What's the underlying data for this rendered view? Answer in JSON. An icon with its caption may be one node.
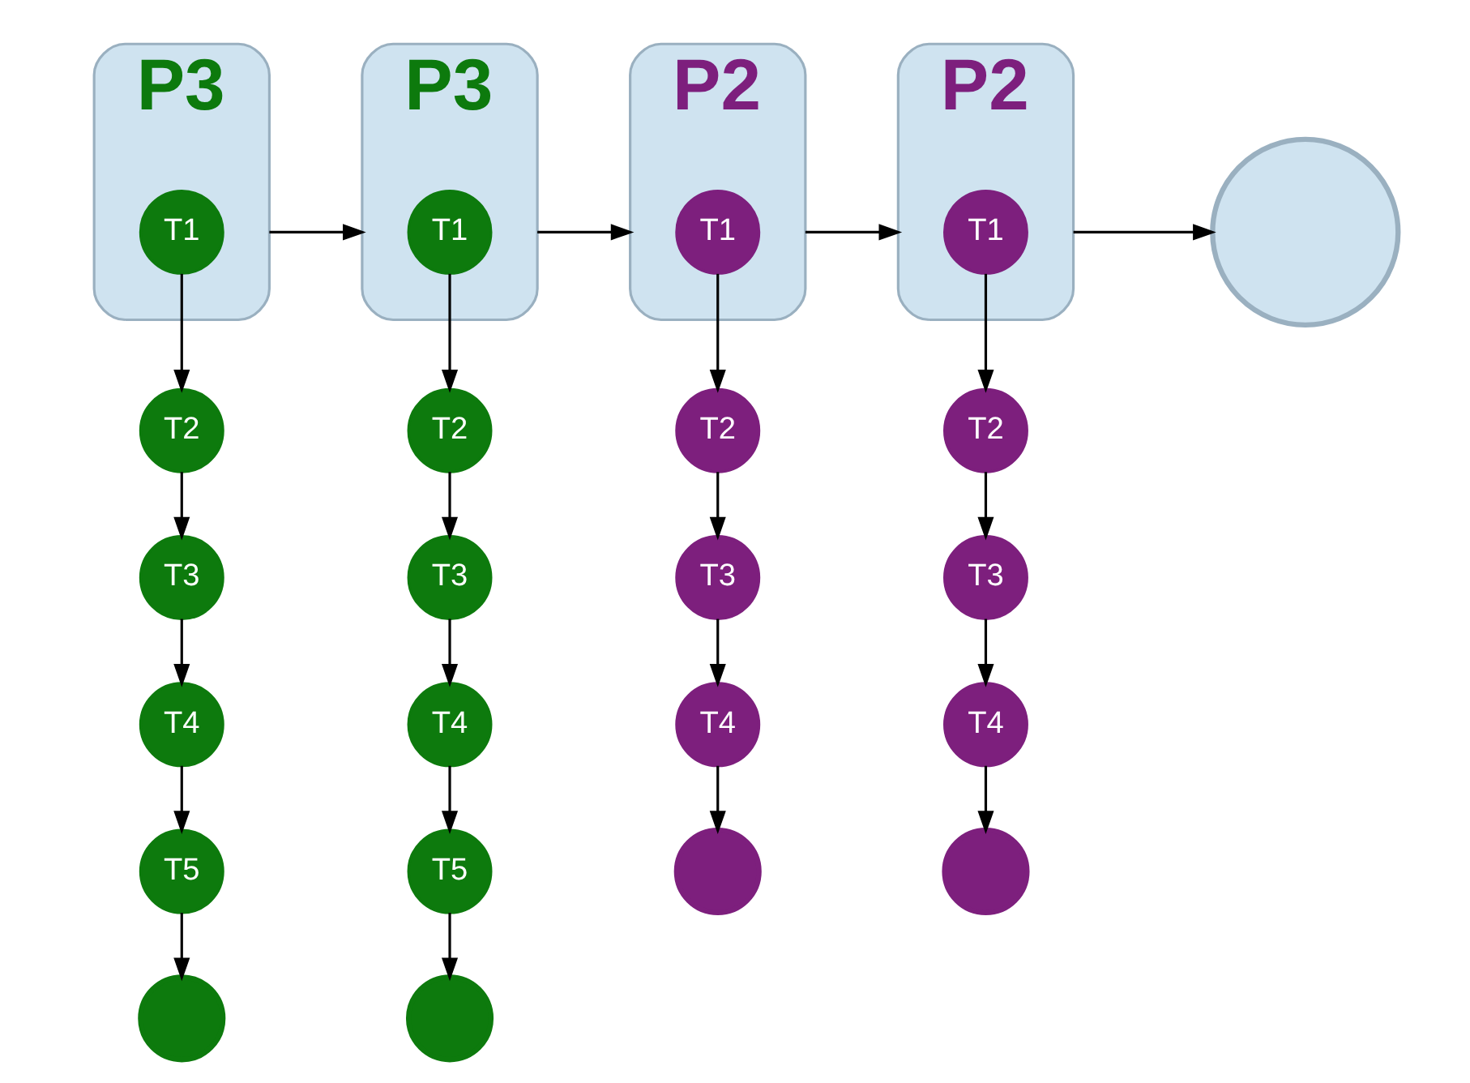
{
  "diagram": {
    "nodes": [
      {
        "text": [
          "P3"
        ]
      },
      {
        "text": [
          "T1"
        ],
        "in": 0
      },
      {
        "text": [
          "P3"
        ]
      },
      {
        "text": [
          "T1"
        ],
        "in": 2
      },
      {
        "text": [
          "P2"
        ]
      },
      {
        "text": [
          "T1"
        ],
        "in": 4
      },
      {
        "text": [
          "P2"
        ]
      },
      {
        "text": [
          "T1"
        ],
        "in": 6
      },
      {
        "text": [],
        "shape": "circle"
      },
      {
        "text": [
          "T2"
        ]
      },
      {
        "text": [
          "T3"
        ]
      },
      {
        "text": [
          "T4"
        ]
      },
      {
        "text": [
          "T5"
        ]
      },
      {
        "text": [],
        "shape": "circle"
      },
      {
        "text": [
          "T2"
        ]
      },
      {
        "text": [
          "T3"
        ]
      },
      {
        "text": [
          "T4"
        ]
      },
      {
        "text": [
          "T5"
        ]
      },
      {
        "text": [],
        "shape": "circle"
      },
      {
        "text": [
          "T2"
        ]
      },
      {
        "text": [
          "T3"
        ]
      },
      {
        "text": [
          "T4"
        ]
      },
      {
        "text": [],
        "shape": "circle"
      },
      {
        "text": [
          "T2"
        ]
      },
      {
        "text": [
          "T3"
        ]
      },
      {
        "text": [
          "T4"
        ]
      },
      {
        "text": [],
        "shape": "circle"
      }
    ],
    "edges": [
      {
        "from": 0,
        "to": 2,
        "arrow": "to"
      },
      {
        "from": 2,
        "to": 4,
        "arrow": "to"
      },
      {
        "from": 4,
        "to": 6,
        "arrow": "to"
      },
      {
        "from": 6,
        "to": 8,
        "arrow": "to"
      },
      {
        "from": 1,
        "to": 9,
        "arrow": "to"
      },
      {
        "from": 9,
        "to": 10,
        "arrow": "to"
      },
      {
        "from": 10,
        "to": 11,
        "arrow": "to"
      },
      {
        "from": 11,
        "to": 12,
        "arrow": "to"
      },
      {
        "from": 12,
        "to": 13,
        "arrow": "to"
      },
      {
        "from": 3,
        "to": 14,
        "arrow": "to"
      },
      {
        "from": 14,
        "to": 15,
        "arrow": "to"
      },
      {
        "from": 15,
        "to": 16,
        "arrow": "to"
      },
      {
        "from": 16,
        "to": 17,
        "arrow": "to"
      },
      {
        "from": 17,
        "to": 18,
        "arrow": "to"
      },
      {
        "from": 5,
        "to": 19,
        "arrow": "to"
      },
      {
        "from": 19,
        "to": 20,
        "arrow": "to"
      },
      {
        "from": 20,
        "to": 21,
        "arrow": "to"
      },
      {
        "from": 21,
        "to": 22,
        "arrow": "to"
      },
      {
        "from": 7,
        "to": 23,
        "arrow": "to"
      },
      {
        "from": 23,
        "to": 24,
        "arrow": "to"
      },
      {
        "from": 24,
        "to": 25,
        "arrow": "to"
      },
      {
        "from": 25,
        "to": 26,
        "arrow": "to"
      }
    ]
  }
}
